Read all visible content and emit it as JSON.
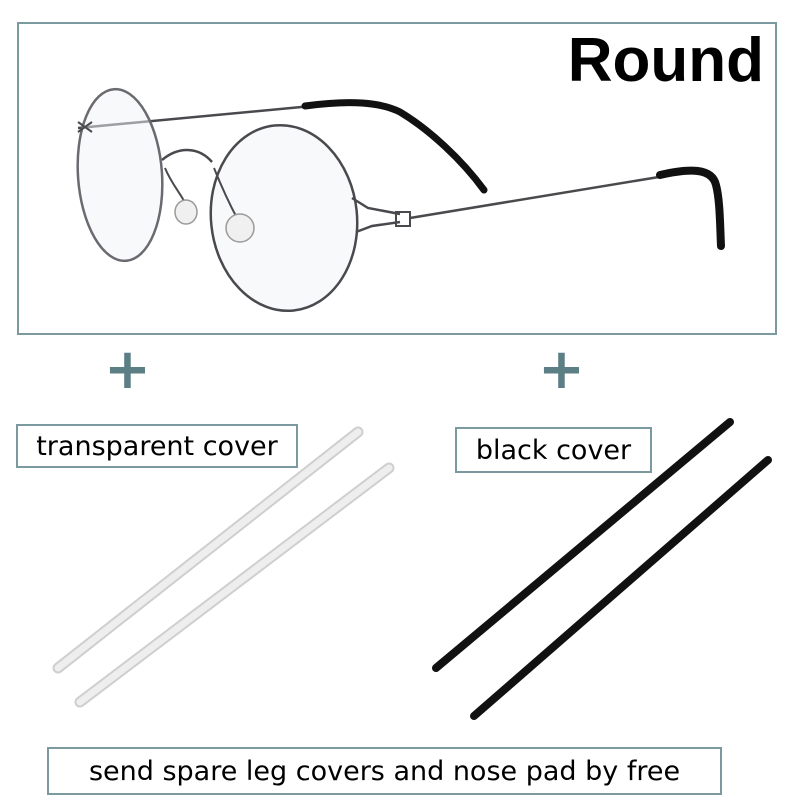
{
  "title": "Round",
  "plus_symbol": "+",
  "labels": {
    "transparent": "transparent cover",
    "black": "black cover",
    "footer": "send spare leg covers and nose pad by free"
  },
  "colors": {
    "border": "#7a9aa0",
    "plus": "#5c7f86",
    "frame_metal": "#4a4a4e",
    "tip_black": "#111111",
    "cover_transparent": "#e6e6e6",
    "cover_black": "#111111"
  },
  "icons": [
    "plus-icon",
    "round-glasses-image",
    "transparent-cover-image",
    "black-cover-image"
  ]
}
